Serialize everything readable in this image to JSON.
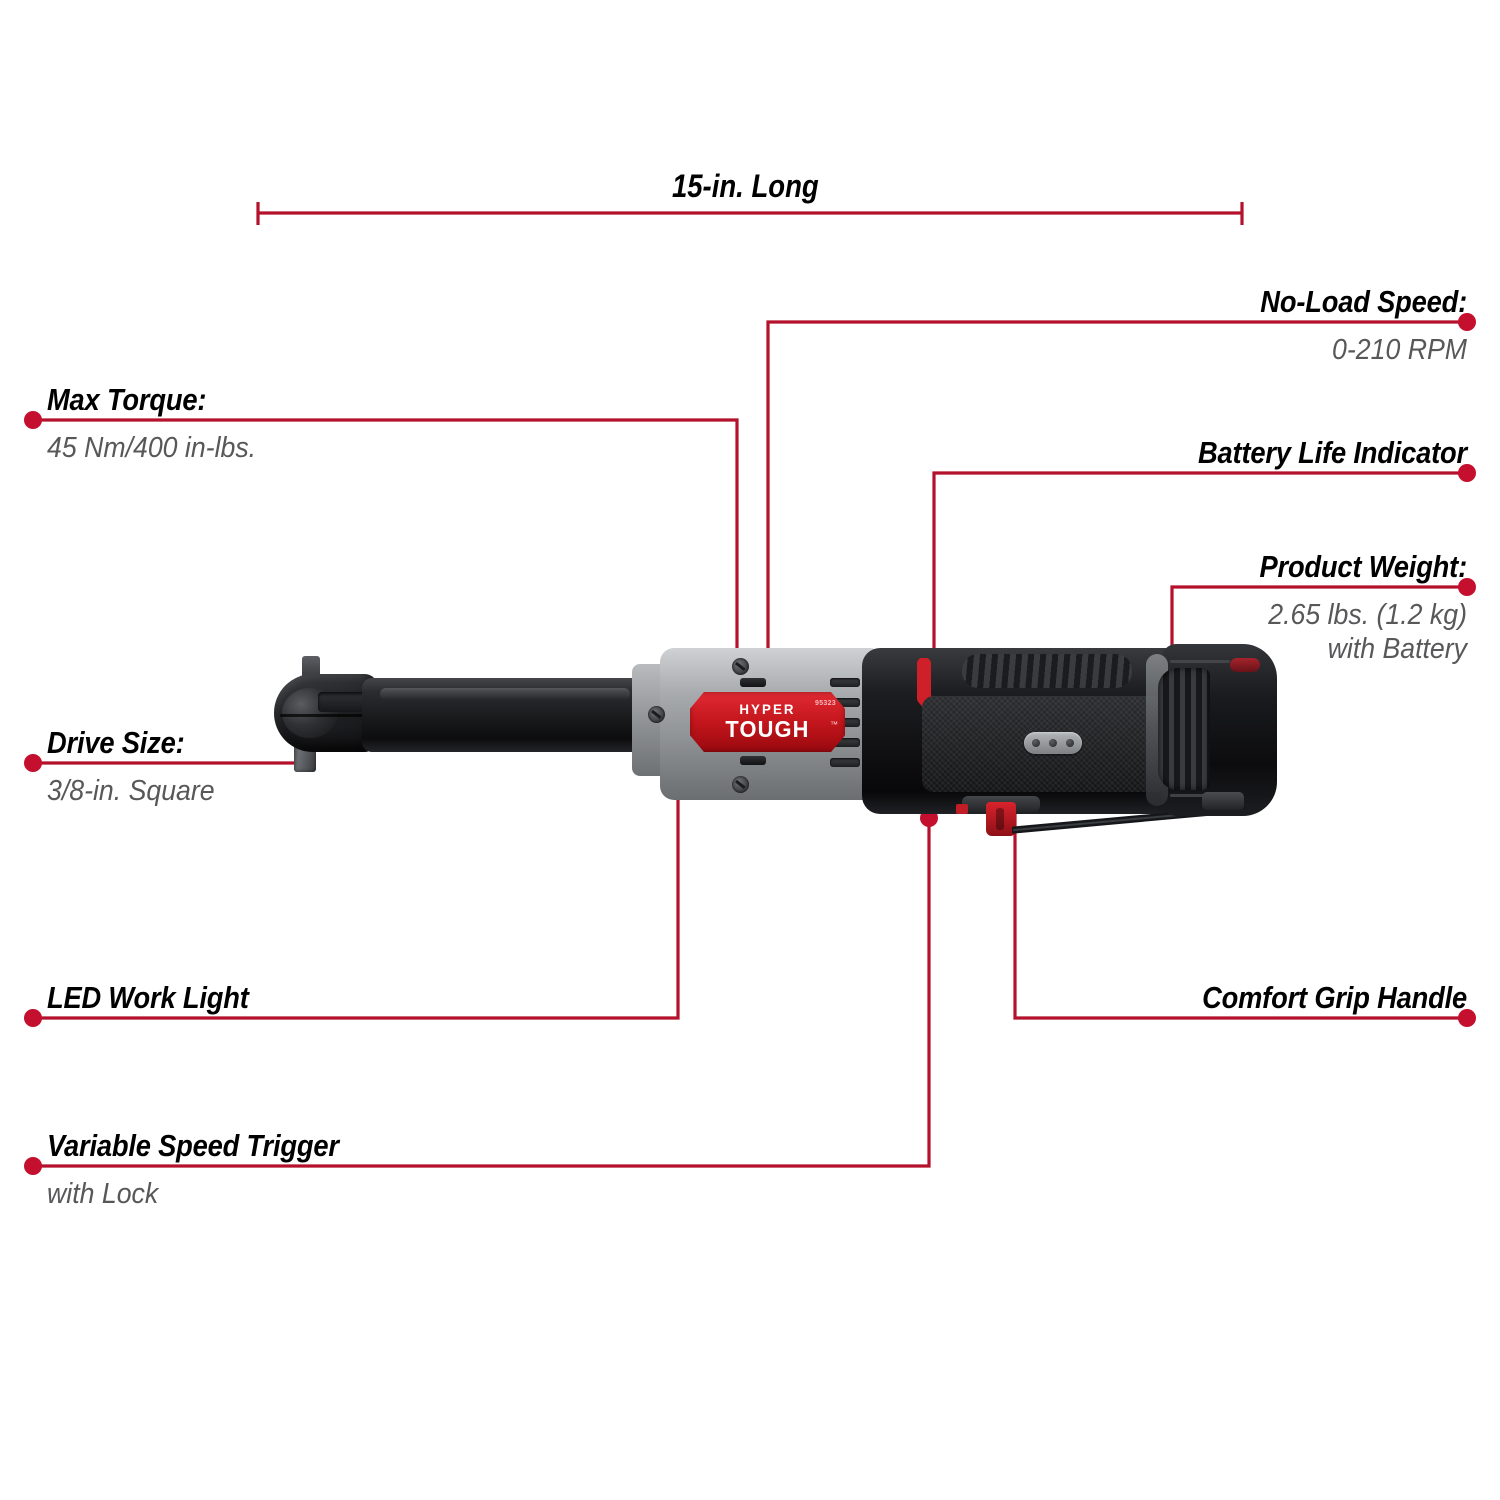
{
  "diagram": {
    "title_dimension": "15-in. Long",
    "background_color": "#ffffff",
    "accent_color": "#C4102E",
    "leader_color": "#B4122C",
    "heading_color": "#000000",
    "subtext_color": "#58585a"
  },
  "callouts": [
    {
      "id": "max-torque",
      "title": "Max Torque:",
      "sub": "45 Nm/400 in-lbs.",
      "align": "left"
    },
    {
      "id": "drive-size",
      "title": "Drive Size:",
      "sub": "3/8-in. Square",
      "align": "left"
    },
    {
      "id": "led-work-light",
      "title": "LED Work Light",
      "sub": "",
      "align": "left"
    },
    {
      "id": "variable-speed-trigger",
      "title": "Variable Speed Trigger",
      "sub": "with Lock",
      "align": "left"
    },
    {
      "id": "no-load-speed",
      "title": "No-Load Speed:",
      "sub": "0-210 RPM",
      "align": "right"
    },
    {
      "id": "battery-life-indicator",
      "title": "Battery Life Indicator",
      "sub": "",
      "align": "right"
    },
    {
      "id": "product-weight",
      "title": "Product Weight:",
      "sub": "2.65 lbs. (1.2 kg)",
      "sub2": "with Battery",
      "align": "right"
    },
    {
      "id": "comfort-grip-handle",
      "title": "Comfort Grip Handle",
      "sub": "",
      "align": "right"
    }
  ],
  "product": {
    "brand_line1": "HYPER",
    "brand_line2": "TOUGH",
    "model_number": "95323",
    "trademark": "™",
    "name": "cordless ratchet wrench"
  }
}
